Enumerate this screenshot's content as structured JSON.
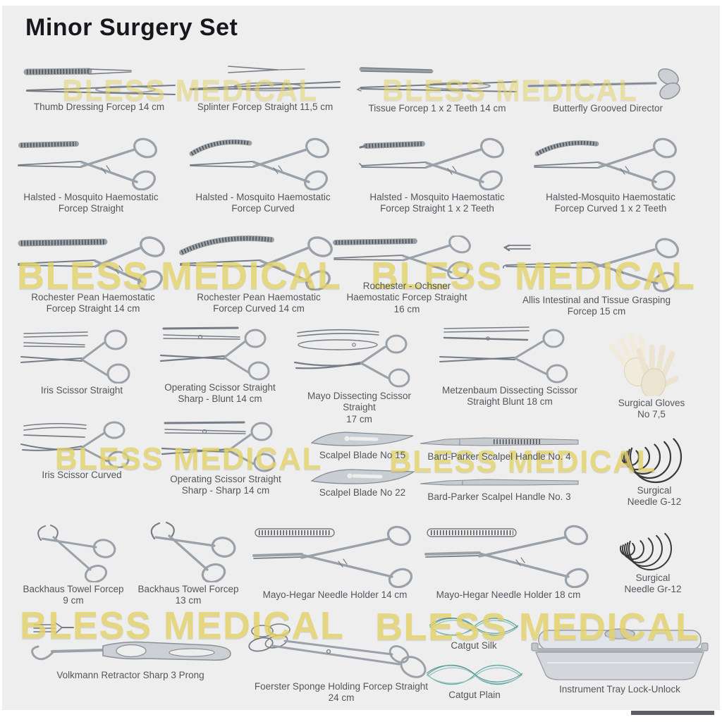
{
  "page": {
    "title": "Minor Surgery Set"
  },
  "watermark": {
    "text": "BLESS MEDICAL",
    "color": "#e4d369"
  },
  "items": [
    {
      "label": "Thumb Dressing Forcep 14 cm"
    },
    {
      "label": "Splinter Forcep Straight 11,5 cm"
    },
    {
      "label": "Tissue Forcep 1 x 2 Teeth 14 cm"
    },
    {
      "label": "Butterfly  Grooved Director"
    },
    {
      "label": "Halsted - Mosquito Haemostatic\nForcep Straight"
    },
    {
      "label": "Halsted - Mosquito Haemostatic\nForcep Curved"
    },
    {
      "label": "Halsted - Mosquito Haemostatic\nForcep Straight 1 x 2 Teeth"
    },
    {
      "label": "Halsted-Mosquito Haemostatic\nForcep Curved 1 x 2 Teeth"
    },
    {
      "label": "Rochester Pean Haemostatic\nForcep Straight 14 cm"
    },
    {
      "label": "Rochester Pean Haemostatic\nForcep Curved 14 cm"
    },
    {
      "label": "Rochester - Ochsner\nHaemostatic Forcep Straight\n16 cm"
    },
    {
      "label": "Allis Intestinal and Tissue Grasping\nForcep 15 cm"
    },
    {
      "label": "Iris Scissor Straight"
    },
    {
      "label": "Operating Scissor Straight\nSharp - Blunt  14 cm"
    },
    {
      "label": "Mayo Dissecting Scissor Straight\n17 cm"
    },
    {
      "label": "Metzenbaum Dissecting Scissor\nStraight Blunt 18 cm"
    },
    {
      "label": "Surgical Gloves\nNo 7,5"
    },
    {
      "label": "Iris Scissor Curved"
    },
    {
      "label": "Operating Scissor Straight\nSharp - Sharp  14 cm"
    },
    {
      "label": "Scalpel Blade No 15"
    },
    {
      "label": "Scalpel Blade No 22"
    },
    {
      "label": "Bard-Parker Scalpel Handle No. 4"
    },
    {
      "label": "Bard-Parker Scalpel Handle No. 3"
    },
    {
      "label": "Surgical\nNeedle G-12"
    },
    {
      "label": "Backhaus Towel Forcep\n9 cm"
    },
    {
      "label": "Backhaus Towel Forcep\n13 cm"
    },
    {
      "label": "Mayo-Hegar Needle Holder 14 cm"
    },
    {
      "label": "Mayo-Hegar Needle Holder 18 cm"
    },
    {
      "label": "Surgical\nNeedle Gr-12"
    },
    {
      "label": "Volkmann Retractor Sharp 3 Prong"
    },
    {
      "label": "Foerster Sponge Holding Forcep Straight\n24 cm"
    },
    {
      "label": "Catgut Silk"
    },
    {
      "label": "Catgut Plain"
    },
    {
      "label": "Instrument Tray Lock-Unlock"
    }
  ]
}
